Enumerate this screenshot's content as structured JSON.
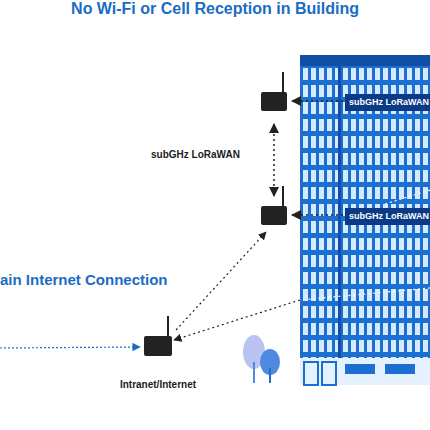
{
  "diagram": {
    "title": "No Wi-Fi or Cell Reception in Building",
    "nodes": [
      {
        "text": [
          "subGHz LoRaWAN",
          "subGHz LoRaWAN"
        ]
      },
      {
        "text": [
          "Intranet/Internet"
        ]
      }
    ],
    "edges": [
      {
        "from": 0,
        "to": 1,
        "arrow": "to"
      }
    ],
    "labels": [
      "subGHz LoRaWAN",
      "ain Internet Connection"
    ]
  }
}
